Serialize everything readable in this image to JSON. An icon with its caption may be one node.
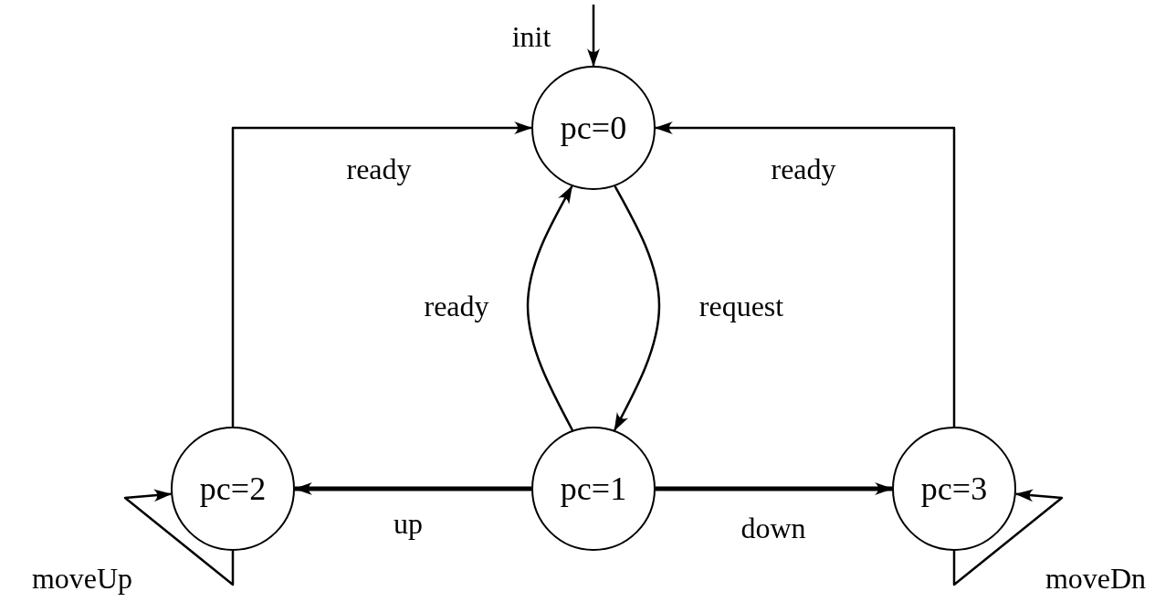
{
  "diagram": {
    "nodes": [
      {
        "text": [
          "pc=0"
        ]
      },
      {
        "text": [
          "pc=1"
        ]
      },
      {
        "text": [
          "pc=2"
        ]
      },
      {
        "text": [
          "pc=3"
        ]
      }
    ],
    "edges": [
      {
        "from": null,
        "to": 0,
        "arrow": "to",
        "label": "init"
      },
      {
        "from": 2,
        "to": 0,
        "arrow": "to",
        "label": "ready"
      },
      {
        "from": 3,
        "to": 0,
        "arrow": "to",
        "label": "ready"
      },
      {
        "from": 1,
        "to": 0,
        "arrow": "to",
        "label": "ready"
      },
      {
        "from": 0,
        "to": 1,
        "arrow": "to",
        "label": "request"
      },
      {
        "from": 1,
        "to": 2,
        "arrow": "to",
        "label": "up",
        "style": "thick"
      },
      {
        "from": 1,
        "to": 3,
        "arrow": "to",
        "label": "down",
        "style": "thick"
      },
      {
        "from": 2,
        "to": 2,
        "arrow": "to",
        "label": "moveUp"
      },
      {
        "from": 3,
        "to": 3,
        "arrow": "to",
        "label": "moveDn"
      }
    ]
  }
}
